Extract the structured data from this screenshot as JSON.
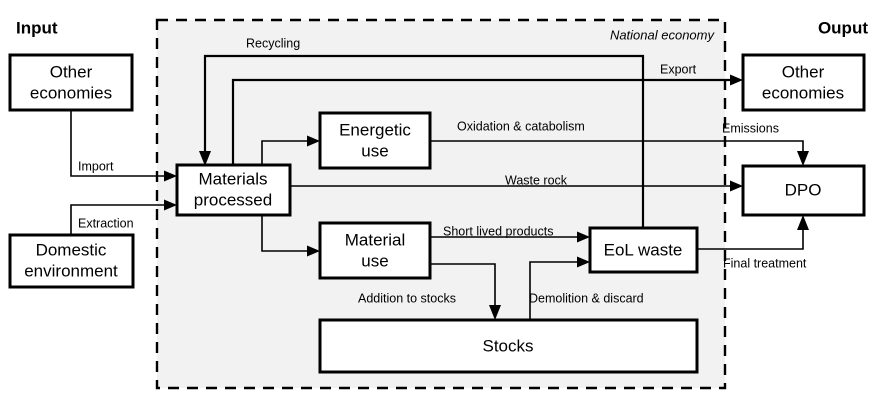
{
  "figure": {
    "type": "material-flow-diagram",
    "background_color": "#ffffff",
    "line_color": "#000000",
    "region_fill_color": "#f2f2f2"
  },
  "headings": {
    "input": "Input",
    "output": "Ouput"
  },
  "region": {
    "label": "National economy",
    "style": "dashed"
  },
  "boxes": {
    "input_other_economies": "Other\neconomies",
    "input_other_economies_line1": "Other",
    "input_other_economies_line2": "economies",
    "domestic_environment_line1": "Domestic",
    "domestic_environment_line2": "environment",
    "materials_processed_line1": "Materials",
    "materials_processed_line2": "processed",
    "energetic_use_line1": "Energetic",
    "energetic_use_line2": "use",
    "material_use_line1": "Material",
    "material_use_line2": "use",
    "eol_waste": "EoL waste",
    "stocks": "Stocks",
    "output_other_economies_line1": "Other",
    "output_other_economies_line2": "economies",
    "dpo": "DPO"
  },
  "flows": {
    "recycling": "Recycling",
    "import": "Import",
    "extraction": "Extraction",
    "export": "Export",
    "oxidation_catabolism": "Oxidation & catabolism",
    "emissions": "Emissions",
    "waste_rock": "Waste rock",
    "short_lived_products": "Short lived products",
    "final_treatment": "Final treatment",
    "addition_to_stocks": "Addition to stocks",
    "demolition_discard": "Demolition & discard"
  }
}
